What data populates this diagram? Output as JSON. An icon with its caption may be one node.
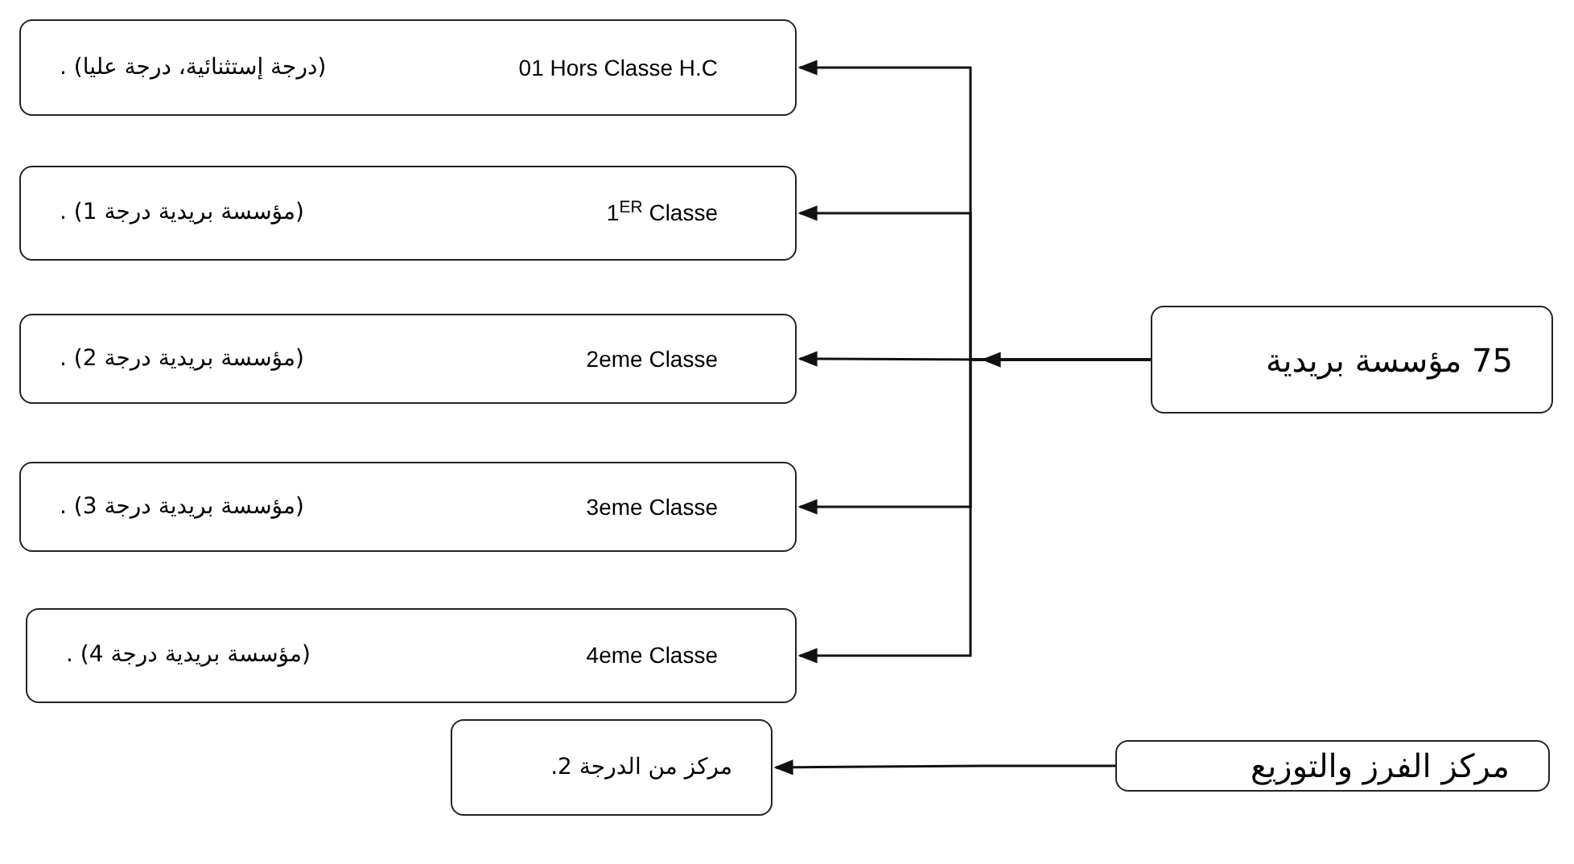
{
  "diagram": {
    "nodes": [
      {
        "text": [
          "01 Hors Classe H.C",
          "(درجة إستثنائية، درجة عليا) ."
        ]
      },
      {
        "text": [
          "1$^{ER}$ Classe",
          "(مؤسسة بريدية درجة 1) ."
        ]
      },
      {
        "text": [
          "2eme Classe",
          "(مؤسسة بريدية درجة 2) ."
        ]
      },
      {
        "text": [
          "3eme Classe",
          "(مؤسسة بريدية درجة 3) ."
        ]
      },
      {
        "text": [
          "4eme Classe",
          "(مؤسسة بريدية درجة 4) ."
        ]
      },
      {
        "text": [
          "75 مؤسسة بريدية"
        ]
      },
      {
        "text": [
          "مركز من الدرجة 2."
        ]
      },
      {
        "text": [
          "مركز الفرز والتوزيع"
        ]
      }
    ],
    "edges": [
      {
        "from": 5,
        "to": 0,
        "arrow": "to"
      },
      {
        "from": 5,
        "to": 1,
        "arrow": "to"
      },
      {
        "from": 5,
        "to": 2,
        "arrow": "to"
      },
      {
        "from": 5,
        "to": 3,
        "arrow": "to"
      },
      {
        "from": 5,
        "to": 4,
        "arrow": "to"
      },
      {
        "from": 7,
        "to": 6,
        "arrow": "to"
      }
    ]
  }
}
